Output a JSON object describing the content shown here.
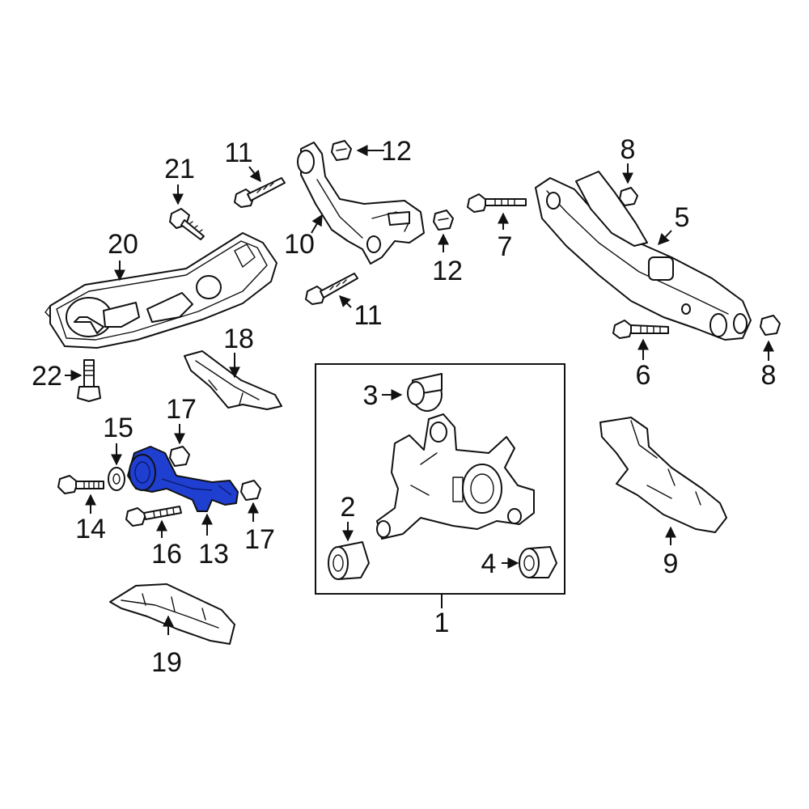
{
  "colors": {
    "highlight": "#1f3fd0",
    "line": "#111111",
    "background": "#ffffff"
  },
  "highlighted_part": "13",
  "callouts": {
    "c1": "1",
    "c2": "2",
    "c3": "3",
    "c4": "4",
    "c5": "5",
    "c6": "6",
    "c7": "7",
    "c8a": "8",
    "c8b": "8",
    "c9": "9",
    "c10": "10",
    "c11a": "11",
    "c11b": "11",
    "c12a": "12",
    "c12b": "12",
    "c13": "13",
    "c14": "14",
    "c15": "15",
    "c16": "16",
    "c17a": "17",
    "c17b": "17",
    "c18": "18",
    "c19": "19",
    "c20": "20",
    "c21": "21",
    "c22": "22"
  }
}
